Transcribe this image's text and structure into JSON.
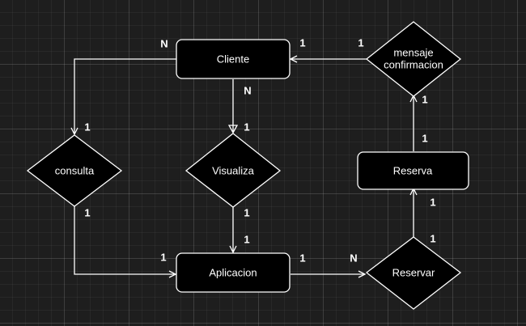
{
  "entities": {
    "cliente": "Cliente",
    "aplicacion": "Aplicacion",
    "reserva": "Reserva"
  },
  "relations": {
    "consulta": "consulta",
    "visualiza": "Visualiza",
    "reservar": "Reservar",
    "mensaje_line1": "mensaje",
    "mensaje_line2": "confirmacion"
  },
  "cardinalities": {
    "cliente_consulta_left": "N",
    "consulta_top": "1",
    "consulta_bottom": "1",
    "aplicacion_consulta": "1",
    "cliente_visualiza": "N",
    "visualiza_top": "1",
    "visualiza_bottom": "1",
    "aplicacion_top": "1",
    "aplicacion_right": "1",
    "reservar_left": "N",
    "reservar_top": "1",
    "reserva_bottom": "1",
    "reserva_top": "1",
    "mensaje_bottom": "1",
    "mensaje_left": "1",
    "cliente_right": "1"
  }
}
